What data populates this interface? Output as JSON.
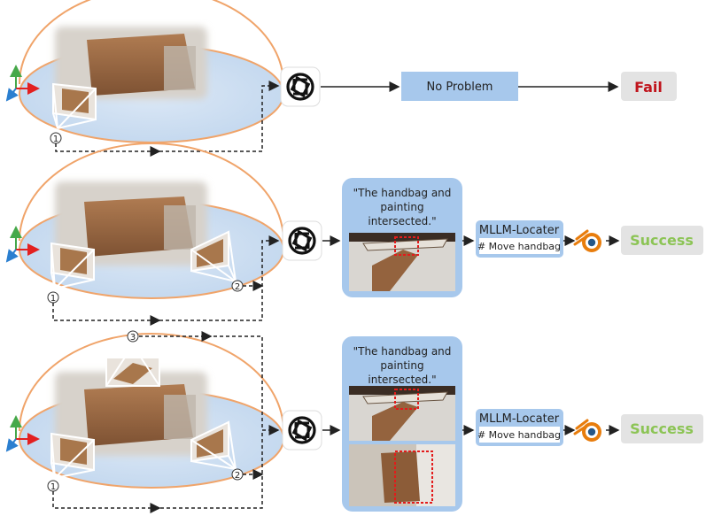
{
  "row1": {
    "box_label": "No Problem",
    "result_label": "Fail",
    "view_markers": [
      "1"
    ]
  },
  "row2": {
    "quote": [
      "\"The handbag and",
      "painting",
      "intersected.\""
    ],
    "locater_title": "MLLM-Locater",
    "locater_action": "# Move handbag",
    "result_label": "Success",
    "view_markers": [
      "1",
      "2"
    ]
  },
  "row3": {
    "quote": [
      "\"The handbag and",
      "painting",
      "intersected.\""
    ],
    "locater_title": "MLLM-Locater",
    "locater_action": "# Move handbag",
    "result_label": "Success",
    "view_markers": [
      "1",
      "2",
      "3"
    ]
  },
  "colors": {
    "dome_outline": "#f0a46a",
    "dome_floor": "#cfe0f3",
    "box_fill": "#a7c8ec",
    "fail_text": "#c0141c",
    "success_text": "#8cc455",
    "result_bg": "#e3e3e3",
    "bag": "#9b6b45",
    "highlight": "#e31b1b",
    "blender_orange": "#e87d0d",
    "blender_blue": "#265787"
  }
}
